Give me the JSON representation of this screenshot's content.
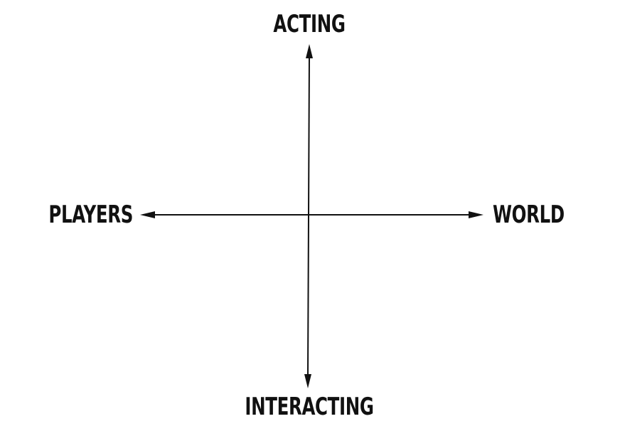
{
  "diagram": {
    "labels": {
      "top": "ACTING",
      "bottom": "INTERACTING",
      "left": "PLAYERS",
      "right": "WORLD"
    },
    "colors": {
      "stroke": "#111111",
      "background": "#ffffff"
    }
  }
}
